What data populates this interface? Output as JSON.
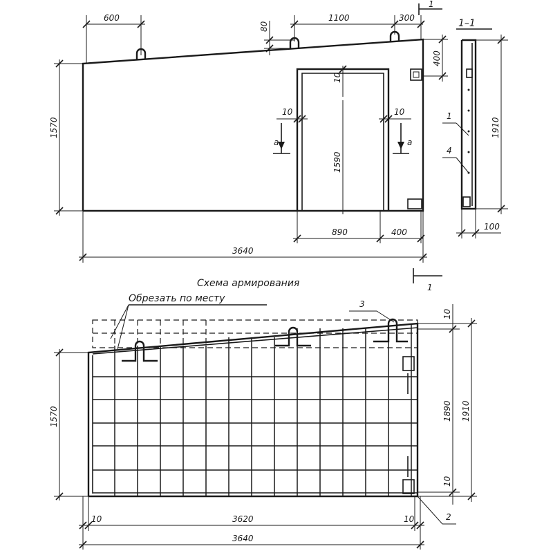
{
  "dims": {
    "top_600": "600",
    "top_80": "80",
    "top_1100": "1100",
    "top_300": "300",
    "right_400": "400",
    "door_10_top": "10",
    "door_10_left": "10",
    "door_10_right": "10",
    "left_1570": "1570",
    "door_1590": "1590",
    "door_890": "890",
    "right_400_bottom": "400",
    "total_3640": "3640",
    "sec_1910": "1910",
    "sec_100": "100",
    "sch_1570": "1570",
    "sch_10_top": "10",
    "sch_1890": "1890",
    "sch_1910": "1910",
    "sch_10_bottom": "10",
    "sch_10_left": "10",
    "sch_3620": "3620",
    "sch_10_right": "10",
    "sch_3640": "3640"
  },
  "labels": {
    "section_top": "1",
    "section_top_mark": "1",
    "section_title": "1–1",
    "callout_1": "1",
    "callout_4": "4",
    "view_a_left": "а",
    "view_a_right": "а",
    "section_bottom": "1",
    "schema_title": "Схема армирования",
    "cut_note": "Обрезать по месту",
    "callout_3": "3",
    "callout_2": "2"
  }
}
